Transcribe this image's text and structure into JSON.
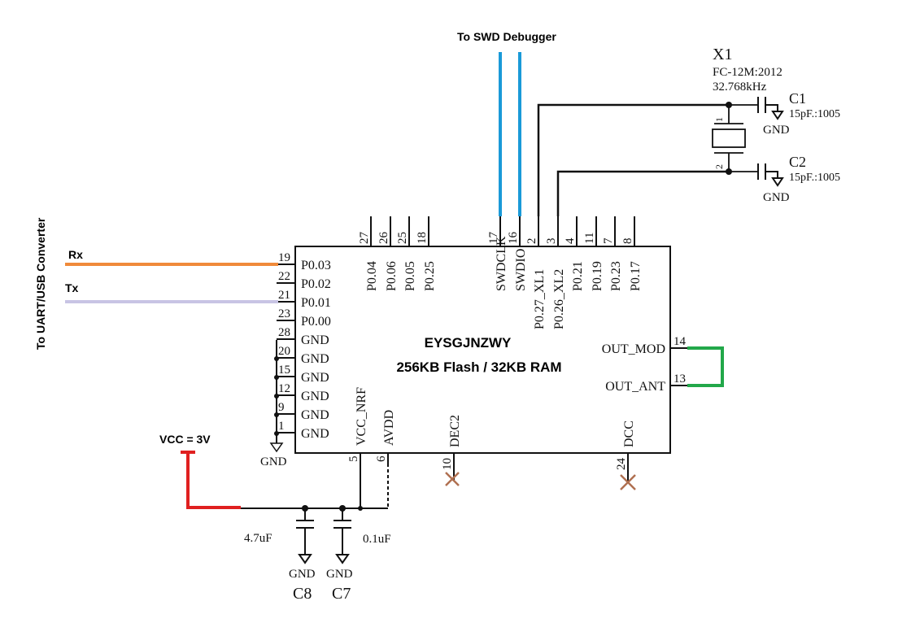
{
  "chip": {
    "name": "EYSGJNZWY",
    "memory": "256KB Flash / 32KB RAM"
  },
  "annotations": {
    "swd": "To SWD Debugger",
    "uart": "To UART/USB Converter",
    "rx": "Rx",
    "tx": "Tx",
    "vcc": "VCC = 3V"
  },
  "left_pins": [
    {
      "num": "19",
      "name": "P0.03"
    },
    {
      "num": "22",
      "name": "P0.02"
    },
    {
      "num": "21",
      "name": "P0.01"
    },
    {
      "num": "23",
      "name": "P0.00"
    },
    {
      "num": "28",
      "name": "GND"
    },
    {
      "num": "20",
      "name": "GND"
    },
    {
      "num": "15",
      "name": "GND"
    },
    {
      "num": "12",
      "name": "GND"
    },
    {
      "num": "9",
      "name": "GND"
    },
    {
      "num": "1",
      "name": "GND"
    }
  ],
  "top_pins": [
    {
      "num": "27",
      "name": "P0.04"
    },
    {
      "num": "26",
      "name": "P0.06"
    },
    {
      "num": "25",
      "name": "P0.05"
    },
    {
      "num": "18",
      "name": "P0.25"
    },
    {
      "num": "17",
      "name": "SWDCLK"
    },
    {
      "num": "16",
      "name": "SWDIO"
    },
    {
      "num": "2",
      "name": "P0.27_XL1"
    },
    {
      "num": "3",
      "name": "P0.26_XL2"
    },
    {
      "num": "4",
      "name": "P0.21"
    },
    {
      "num": "11",
      "name": "P0.19"
    },
    {
      "num": "7",
      "name": "P0.23"
    },
    {
      "num": "8",
      "name": "P0.17"
    }
  ],
  "bottom_pins": [
    {
      "num": "5",
      "name": "VCC_NRF"
    },
    {
      "num": "6",
      "name": "AVDD"
    },
    {
      "num": "10",
      "name": "DEC2"
    },
    {
      "num": "24",
      "name": "DCC"
    }
  ],
  "right_pins": [
    {
      "num": "14",
      "name": "OUT_MOD"
    },
    {
      "num": "13",
      "name": "OUT_ANT"
    }
  ],
  "crystal": {
    "ref": "X1",
    "part": "FC-12M:2012",
    "freq": "32.768kHz",
    "pin1": "1",
    "pin2": "2"
  },
  "c1": {
    "ref": "C1",
    "value": "15pF.:1005"
  },
  "c2": {
    "ref": "C2",
    "value": "15pF.:1005"
  },
  "c8": {
    "ref": "C8",
    "value": "4.7uF"
  },
  "c7": {
    "ref": "C7",
    "value": "0.1uF"
  },
  "gnd_label": "GND",
  "colors": {
    "rx_wire": "#f08a3a",
    "tx_wire": "#c8c4e4",
    "swd_wire": "#1a9ad8",
    "vcc_wire": "#e02020",
    "antenna_loop": "#22a84a",
    "nc_mark": "#b07050"
  }
}
